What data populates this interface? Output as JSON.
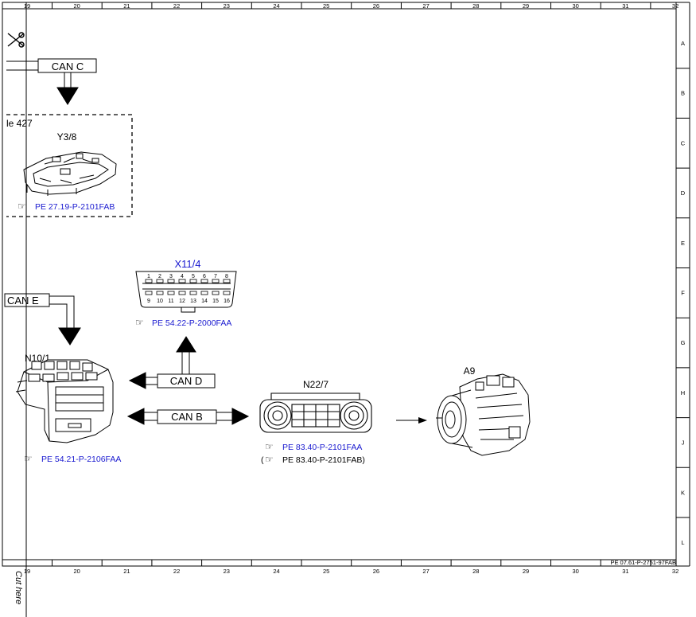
{
  "grid": {
    "columns": [
      "19",
      "20",
      "21",
      "22",
      "23",
      "24",
      "25",
      "26",
      "27",
      "28",
      "29",
      "30",
      "31",
      "32"
    ],
    "rows": [
      "A",
      "B",
      "C",
      "D",
      "E",
      "F",
      "G",
      "H",
      "J",
      "K",
      "L"
    ]
  },
  "doc_id": "PE 07.61-P-2751-97FAB",
  "cut_here": "Cut here",
  "hand_icon": "☞",
  "can_c": "CAN C",
  "can_e": "CAN E",
  "can_d": "CAN D",
  "can_b": "CAN B",
  "dashed_box_label": "le 427",
  "y38": {
    "label": "Y3/8",
    "ref": "PE 27.19-P-2101FAB"
  },
  "x114": {
    "label": "X11/4",
    "ref": "PE 54.22-P-2000FAA",
    "pins_top": [
      "1",
      "2",
      "3",
      "4",
      "5",
      "6",
      "7",
      "8"
    ],
    "pins_bottom": [
      "9",
      "10",
      "11",
      "12",
      "13",
      "14",
      "15",
      "16"
    ]
  },
  "n101": {
    "label": "N10/1",
    "ref": "PE 54.21-P-2106FAA"
  },
  "n227": {
    "label": "N22/7",
    "ref": "PE 83.40-P-2101FAA",
    "ref2_open": "(",
    "ref2": "PE 83.40-P-2101FAB)"
  },
  "a9": {
    "label": "A9"
  }
}
